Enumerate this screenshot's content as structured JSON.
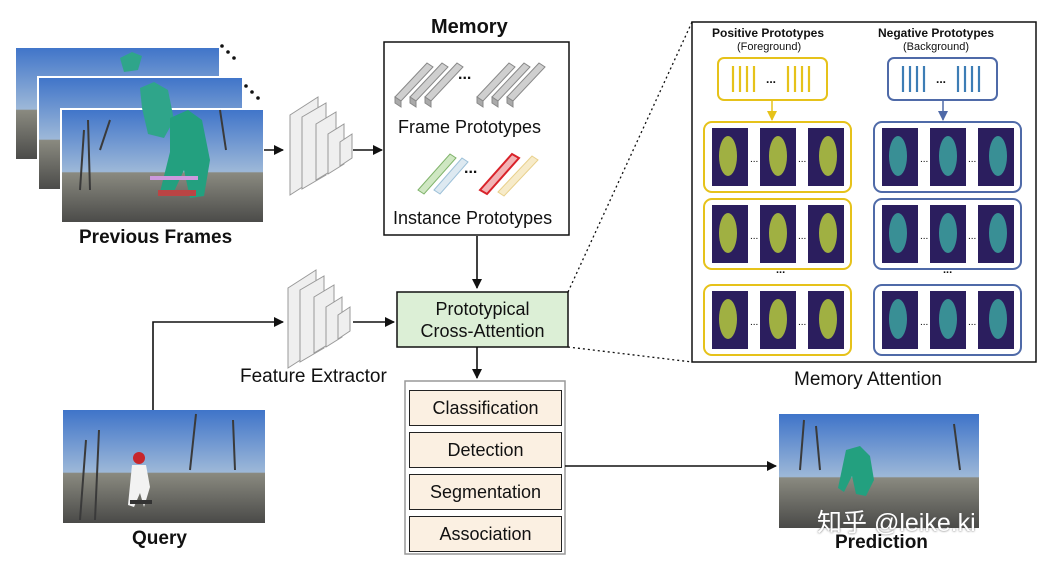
{
  "labels": {
    "memory": "Memory",
    "frame_prototypes": "Frame Prototypes",
    "instance_prototypes": "Instance Prototypes",
    "previous_frames": "Previous Frames",
    "feature_extractor": "Feature Extractor",
    "cross_attention_line1": "Prototypical",
    "cross_attention_line2": "Cross-Attention",
    "query": "Query",
    "prediction": "Prediction",
    "memory_attention": "Memory Attention",
    "positive_title": "Positive Prototypes",
    "positive_sub": "(Foreground)",
    "negative_title": "Negative Prototypes",
    "negative_sub": "(Background)",
    "ellipsis": "...",
    "watermark": "知乎 @leike.ki"
  },
  "heads": [
    "Classification",
    "Detection",
    "Segmentation",
    "Association"
  ],
  "colors": {
    "positive": "#e6c21a",
    "negative": "#4f6aa8",
    "cross_attention_fill": "#dcefd6",
    "heads_fill": "#fbf0e2",
    "frame_proto": "#b8b8b8",
    "inst_green": "#9fce8a",
    "inst_blue": "#bcd7e8",
    "inst_red": "#d9232a",
    "inst_yellow": "#f3dfa2"
  }
}
